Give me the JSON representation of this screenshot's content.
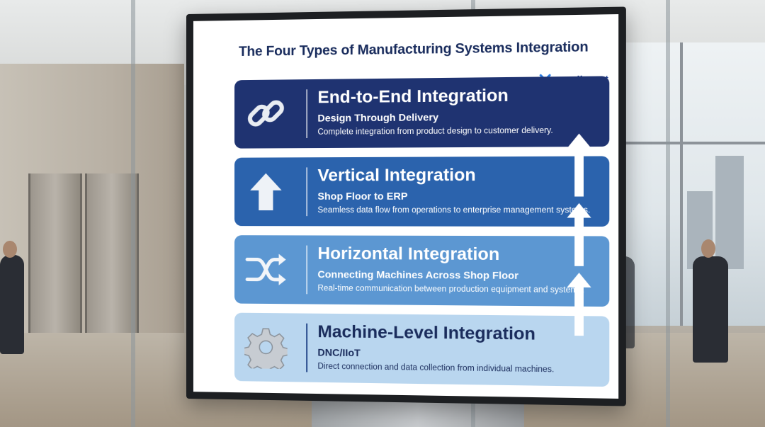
{
  "sign": {
    "title": "The Four Types of Manufacturing Systems Integration",
    "logo_text": "excellerant",
    "items": [
      {
        "title": "End-to-End Integration",
        "subtitle": "Design Through Delivery",
        "description": "Complete integration from product design to customer delivery.",
        "icon": "chain-link-icon"
      },
      {
        "title": "Vertical Integration",
        "subtitle": "Shop Floor to ERP",
        "description": "Seamless data flow from operations to enterprise management systems.",
        "icon": "up-arrow-icon"
      },
      {
        "title": "Horizontal Integration",
        "subtitle": "Connecting Machines Across Shop Floor",
        "description": "Real-time communication between production equipment and systems.",
        "icon": "shuffle-arrows-icon"
      },
      {
        "title": "Machine-Level Integration",
        "subtitle": "DNC/IIoT",
        "description": "Direct connection and data collection from individual machines.",
        "icon": "gear-icon"
      }
    ],
    "colors": {
      "band_1": "#1f3371",
      "band_2": "#2b63ad",
      "band_3": "#5c97d2",
      "band_4": "#b9d6ef",
      "title": "#182b5c"
    }
  }
}
